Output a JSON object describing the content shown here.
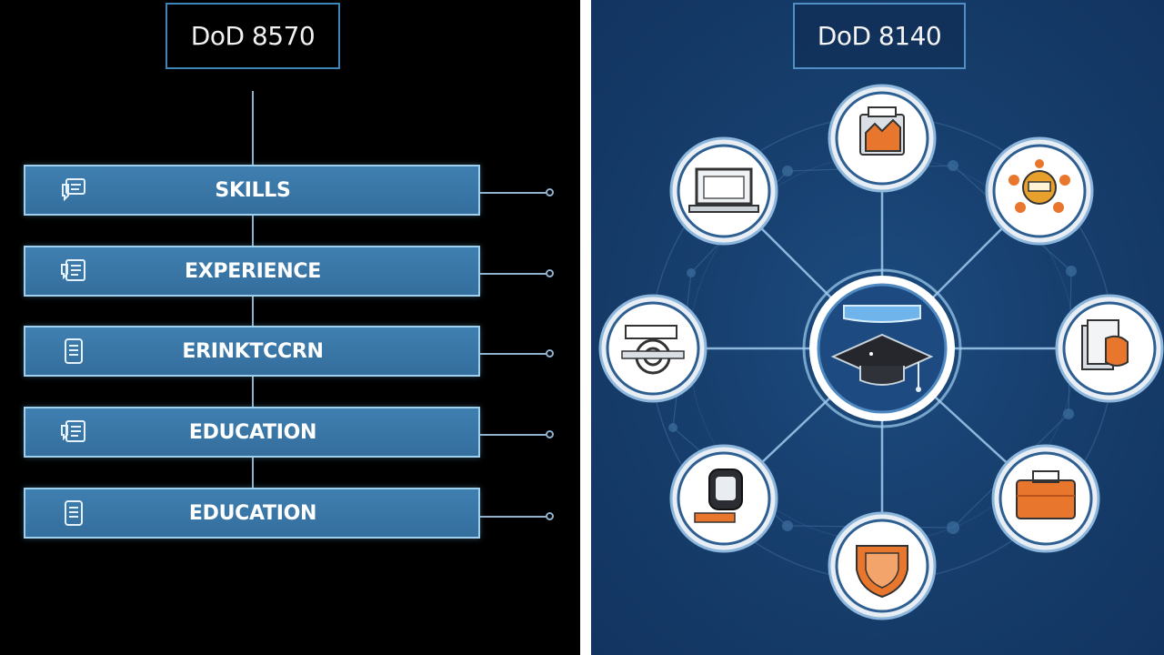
{
  "left": {
    "title": "DoD 8570",
    "bars": [
      {
        "label": "SKILLS",
        "icon": "chat-list-icon"
      },
      {
        "label": "EXPERIENCE",
        "icon": "chat-list-icon"
      },
      {
        "label": "ERINKTCCRN",
        "icon": "document-list-icon"
      },
      {
        "label": "EDUCATION",
        "icon": "chat-list-icon"
      },
      {
        "label": "EDUCATION",
        "icon": "document-list-icon"
      }
    ]
  },
  "right": {
    "title": "DoD 8140",
    "center_icon": "graduation-cap-icon",
    "nodes": [
      {
        "icon": "toolkit-hand-icon"
      },
      {
        "icon": "network-hub-icon"
      },
      {
        "icon": "folder-badge-icon"
      },
      {
        "icon": "toolbox-icon"
      },
      {
        "icon": "shield-icon"
      },
      {
        "icon": "device-tools-icon"
      },
      {
        "icon": "target-icon"
      },
      {
        "icon": "laptop-icon"
      }
    ]
  },
  "colors": {
    "left_background": "#000000",
    "right_background": "#173f6e",
    "bar_fill": "#3a77a8",
    "bar_border": "#9fd0ee",
    "accent_orange": "#e8762c"
  }
}
